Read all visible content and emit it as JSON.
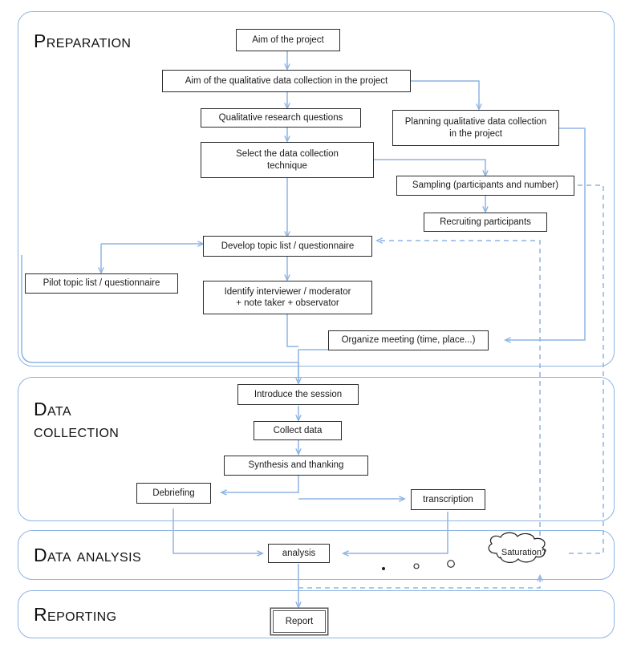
{
  "diagram": {
    "title": "Qualitative data collection process flowchart",
    "accent_color": "#8eb4e3",
    "box_border_color": "#2b2b2b",
    "background": "#ffffff"
  },
  "phases": [
    {
      "id": "preparation",
      "label": "Preparation"
    },
    {
      "id": "data-collection",
      "label": "Data\ncollection"
    },
    {
      "id": "data-analysis",
      "label": "Data analysis"
    },
    {
      "id": "reporting",
      "label": "Reporting"
    }
  ],
  "nodes": [
    {
      "id": "aim-project",
      "label": "Aim of the project"
    },
    {
      "id": "aim-qual",
      "label": "Aim of the qualitative data collection in the project"
    },
    {
      "id": "research-questions",
      "label": "Qualitative research questions"
    },
    {
      "id": "select-technique",
      "label": "Select the data collection\ntechnique"
    },
    {
      "id": "planning",
      "label": "Planning qualitative data collection\nin the project"
    },
    {
      "id": "sampling",
      "label": "Sampling (participants and number)"
    },
    {
      "id": "recruiting",
      "label": "Recruiting participants"
    },
    {
      "id": "develop-topic",
      "label": "Develop topic list / questionnaire"
    },
    {
      "id": "pilot-topic",
      "label": "Pilot topic list / questionnaire"
    },
    {
      "id": "identify-roles",
      "label": "Identify interviewer / moderator\n+ note taker + observator"
    },
    {
      "id": "organize-meeting",
      "label": "Organize meeting (time, place...)"
    },
    {
      "id": "introduce-session",
      "label": "Introduce the session"
    },
    {
      "id": "collect-data",
      "label": "Collect data"
    },
    {
      "id": "synthesis",
      "label": "Synthesis and thanking"
    },
    {
      "id": "debriefing",
      "label": "Debriefing"
    },
    {
      "id": "transcription",
      "label": "transcription"
    },
    {
      "id": "analysis",
      "label": "analysis"
    },
    {
      "id": "report",
      "label": "Report"
    }
  ],
  "cloud": {
    "id": "saturation",
    "label": "Saturation?"
  }
}
